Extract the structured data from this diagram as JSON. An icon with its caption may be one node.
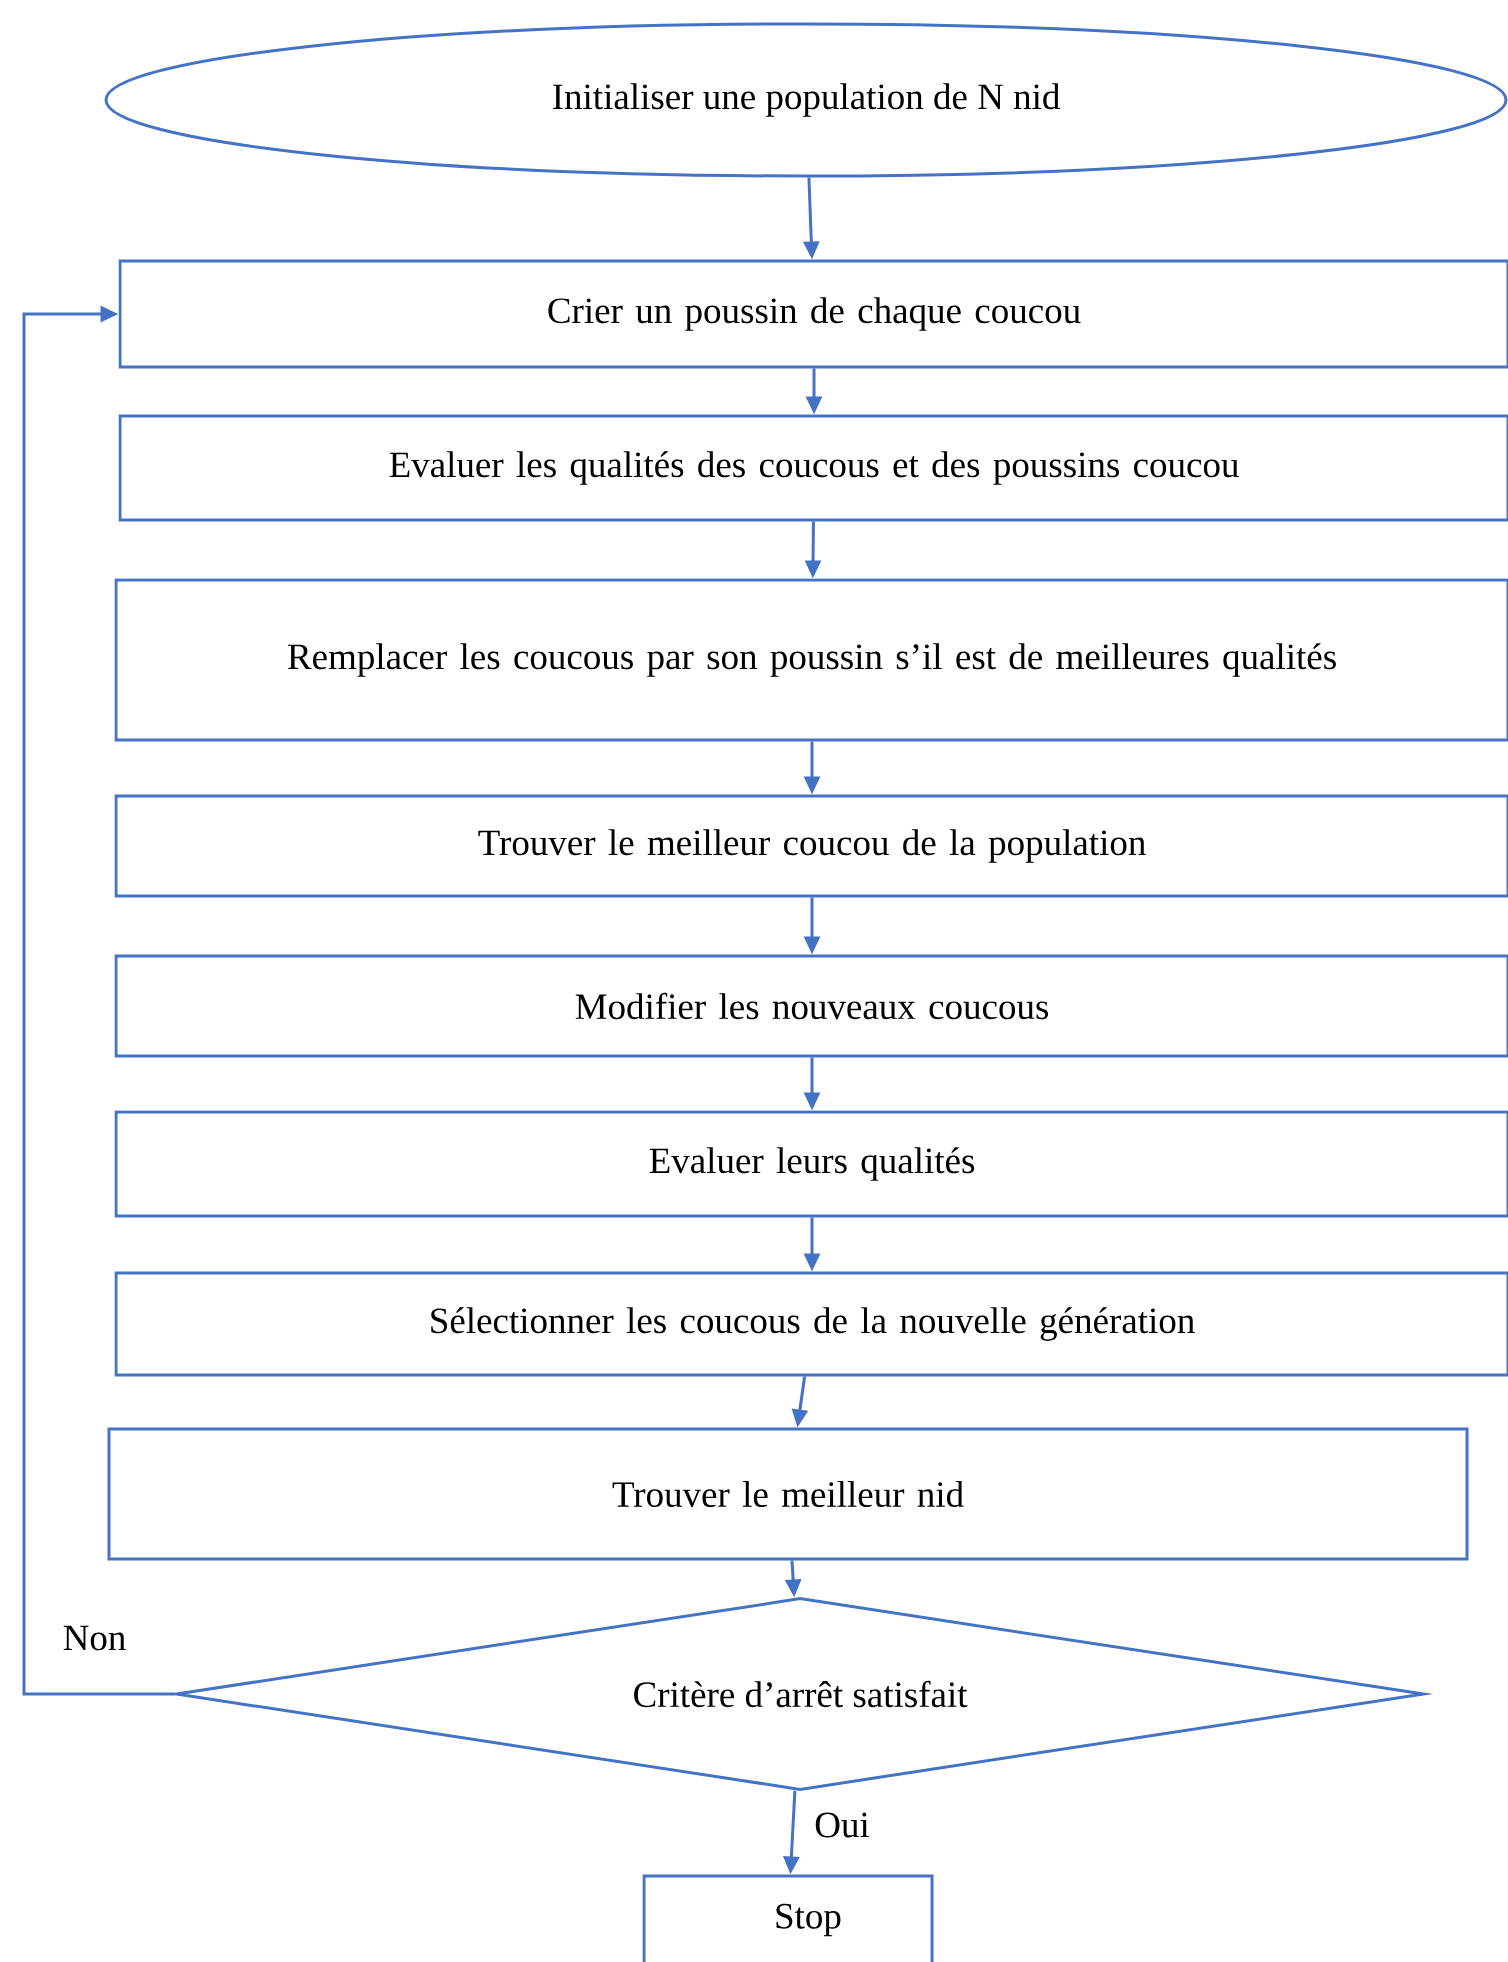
{
  "diagram": {
    "nodes": [
      {
        "text": [
          "Initialiser une population de N nid"
        ]
      },
      {
        "text": [
          "Crier un poussin de chaque coucou"
        ]
      },
      {
        "text": [
          "Evaluer les qualités des coucous et des poussins coucou"
        ]
      },
      {
        "text": [
          "Remplacer les coucous par son poussin s’il est de meilleures qualités"
        ]
      },
      {
        "text": [
          "Trouver le meilleur coucou de la population"
        ]
      },
      {
        "text": [
          "Modifier les nouveaux coucous"
        ]
      },
      {
        "text": [
          "Evaluer leurs qualités"
        ]
      },
      {
        "text": [
          "Sélectionner les coucous de la nouvelle génération"
        ]
      },
      {
        "text": [
          "Trouver le meilleur nid"
        ]
      },
      {
        "text": [
          "Critère d’arrêt satisfait"
        ]
      },
      {
        "text": [
          "Stop"
        ]
      }
    ],
    "edges": [
      {
        "from": 0,
        "to": 1,
        "arrow": "to"
      },
      {
        "from": 1,
        "to": 2,
        "arrow": "to"
      },
      {
        "from": 2,
        "to": 3,
        "arrow": "to"
      },
      {
        "from": 3,
        "to": 4,
        "arrow": "to"
      },
      {
        "from": 4,
        "to": 5,
        "arrow": "to"
      },
      {
        "from": 5,
        "to": 6,
        "arrow": "to"
      },
      {
        "from": 6,
        "to": 7,
        "arrow": "to"
      },
      {
        "from": 7,
        "to": 8,
        "arrow": "to"
      },
      {
        "from": 8,
        "to": 9,
        "arrow": "to"
      },
      {
        "from": 9,
        "to": 1,
        "arrow": "to",
        "label": "Non"
      },
      {
        "from": 9,
        "to": 10,
        "arrow": "to",
        "label": "Oui"
      }
    ]
  }
}
